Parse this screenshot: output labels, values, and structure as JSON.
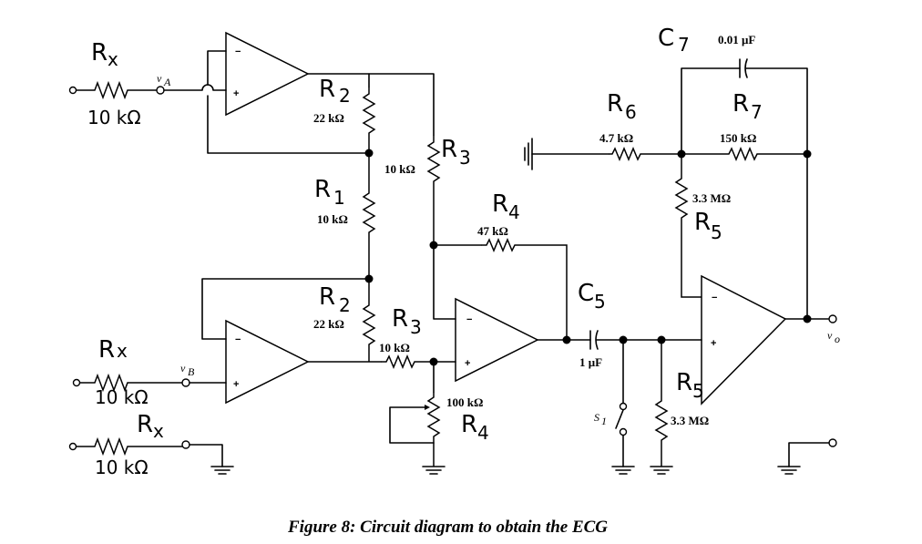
{
  "figure": {
    "caption": "Figure 8: Circuit diagram to obtain the ECG"
  },
  "inputs": {
    "rx_top": {
      "ref": "R",
      "sub": "x",
      "value": "10 kΩ",
      "node": "v",
      "node_sub": "A"
    },
    "rx_mid": {
      "ref": "R",
      "sub": "x",
      "value": "10 kΩ",
      "node": "v",
      "node_sub": "B"
    },
    "rx_bot": {
      "ref": "R",
      "sub": "x",
      "value": "10 kΩ"
    }
  },
  "components": {
    "r2_top": {
      "ref": "R",
      "sub": "2",
      "value": "22 kΩ"
    },
    "r1": {
      "ref": "R",
      "sub": "1",
      "value": "10 kΩ"
    },
    "r2_bot": {
      "ref": "R",
      "sub": "2",
      "value": "22 kΩ"
    },
    "r3_top": {
      "ref": "R",
      "sub": "3",
      "value": "10 kΩ"
    },
    "r3_bot": {
      "ref": "R",
      "sub": "3",
      "value": "10 kΩ"
    },
    "r4_fb": {
      "ref": "R",
      "sub": "4",
      "value": "47 kΩ"
    },
    "r4_pot": {
      "ref": "R",
      "sub": "4",
      "value": "100 kΩ"
    },
    "c5": {
      "ref": "C",
      "sub": "5",
      "value": "1 μF"
    },
    "s1": {
      "ref": "S",
      "sub": "1"
    },
    "r5_bot": {
      "ref": "R",
      "sub": "5",
      "value": "3.3 MΩ"
    },
    "r6": {
      "ref": "R",
      "sub": "6",
      "value": "4.7 kΩ"
    },
    "r7": {
      "ref": "R",
      "sub": "7",
      "value": "150 kΩ"
    },
    "c7": {
      "ref": "C",
      "sub": "7",
      "value": "0.01 μF"
    },
    "r5_top": {
      "ref": "R",
      "sub": "5",
      "value": "3.3 MΩ"
    }
  },
  "output": {
    "node": "v",
    "node_sub": "o"
  },
  "opamp": {
    "minus": "−",
    "plus": "+"
  }
}
